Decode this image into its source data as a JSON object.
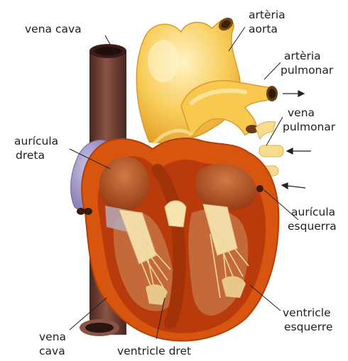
{
  "labels": {
    "vena_cava_top": "vena cava",
    "arteria_aorta_1": "artèria",
    "arteria_aorta_2": "aorta",
    "arteria_pulmonar_1": "artèria",
    "arteria_pulmonar_2": "pulmonar",
    "vena_pulmonar_1": "vena",
    "vena_pulmonar_2": "pulmonar",
    "auricula_dreta_1": "aurícula",
    "auricula_dreta_2": "dreta",
    "auricula_esquerra_1": "aurícula",
    "auricula_esquerra_2": "esquerra",
    "ventricle_esquerre_1": "ventricle",
    "ventricle_esquerre_2": "esquerre",
    "vena_cava_bottom_1": "vena",
    "vena_cava_bottom_2": "cava",
    "ventricle_dret": "ventricle dret"
  },
  "colors": {
    "outer_muscle": "#d7550e",
    "inner_muscle": "#b93a0a",
    "chamber": "#9a3a10",
    "chamber_light": "#c46a3a",
    "vessel_yellow": "#f6c24a",
    "vessel_highlight": "#fde7a2",
    "vena_cava": "#6e3a2e",
    "auricle_purple": "#9a8fc0",
    "valve": "#f2dba6",
    "pointer": "#222222"
  }
}
